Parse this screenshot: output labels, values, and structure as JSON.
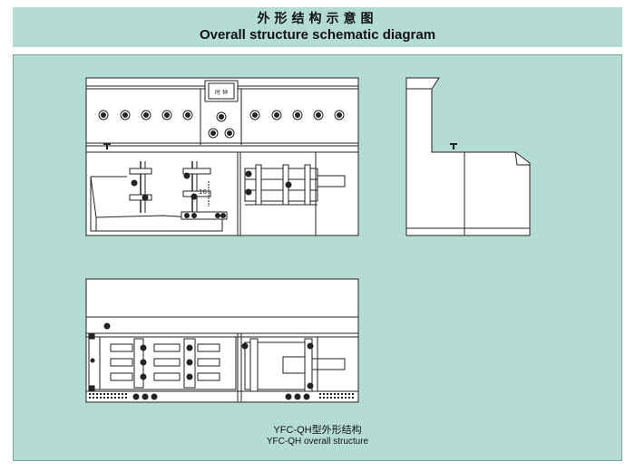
{
  "header": {
    "title_cn": "外形结构示意图",
    "title_en": "Overall structure schematic diagram"
  },
  "front_view": {
    "display_label": "时 钟",
    "dimension_label": "16"
  },
  "caption": {
    "model_cn": "YFC-QH型外形结构",
    "model_en": "YFC-QH overall structure"
  },
  "colors": {
    "background": "#b5dcd4",
    "drawing_fill": "#ffffff",
    "line": "#222222"
  }
}
